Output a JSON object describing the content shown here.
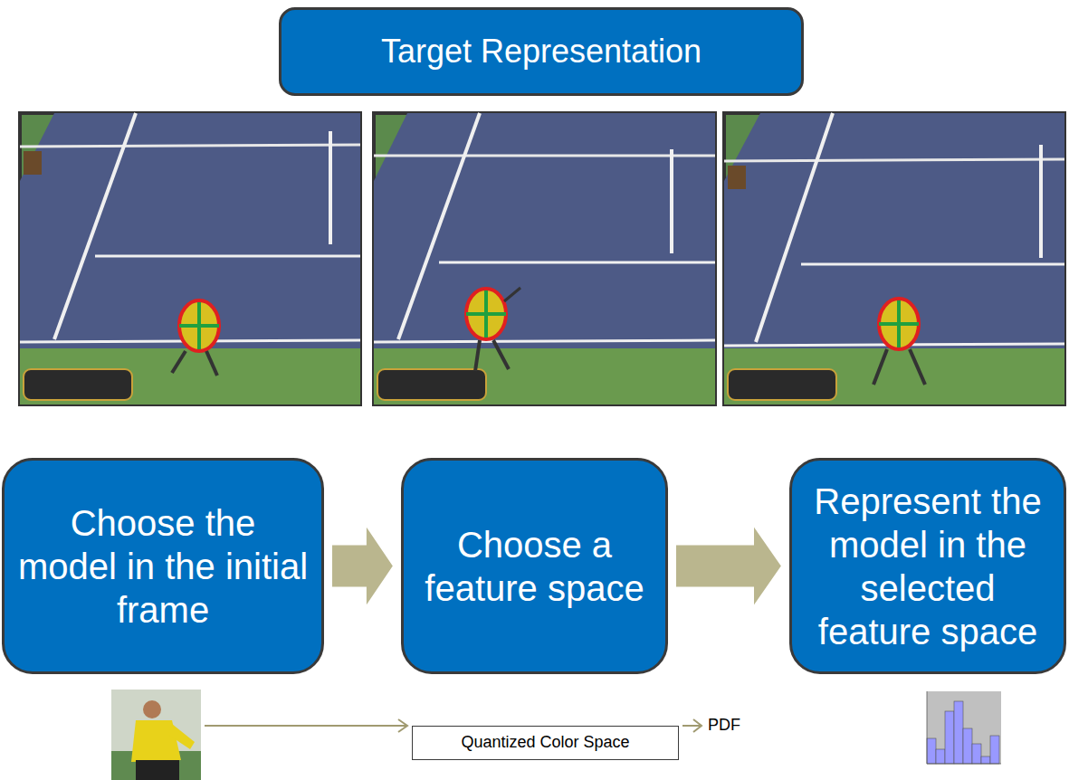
{
  "diagram": {
    "nodes": [
      {
        "text": [
          "Target Representation"
        ]
      },
      {
        "text": [
          "Choose the model in the initial frame"
        ]
      },
      {
        "text": [
          "Choose a feature space"
        ]
      },
      {
        "text": [
          "Represent the model in the selected feature space"
        ]
      },
      {
        "text": [
          "Quantized Color Space"
        ]
      }
    ],
    "edges": [
      {
        "from": 1,
        "to": 2,
        "arrow": "to"
      },
      {
        "from": 2,
        "to": 3,
        "arrow": "to"
      }
    ],
    "labels": [
      "PDF"
    ]
  }
}
